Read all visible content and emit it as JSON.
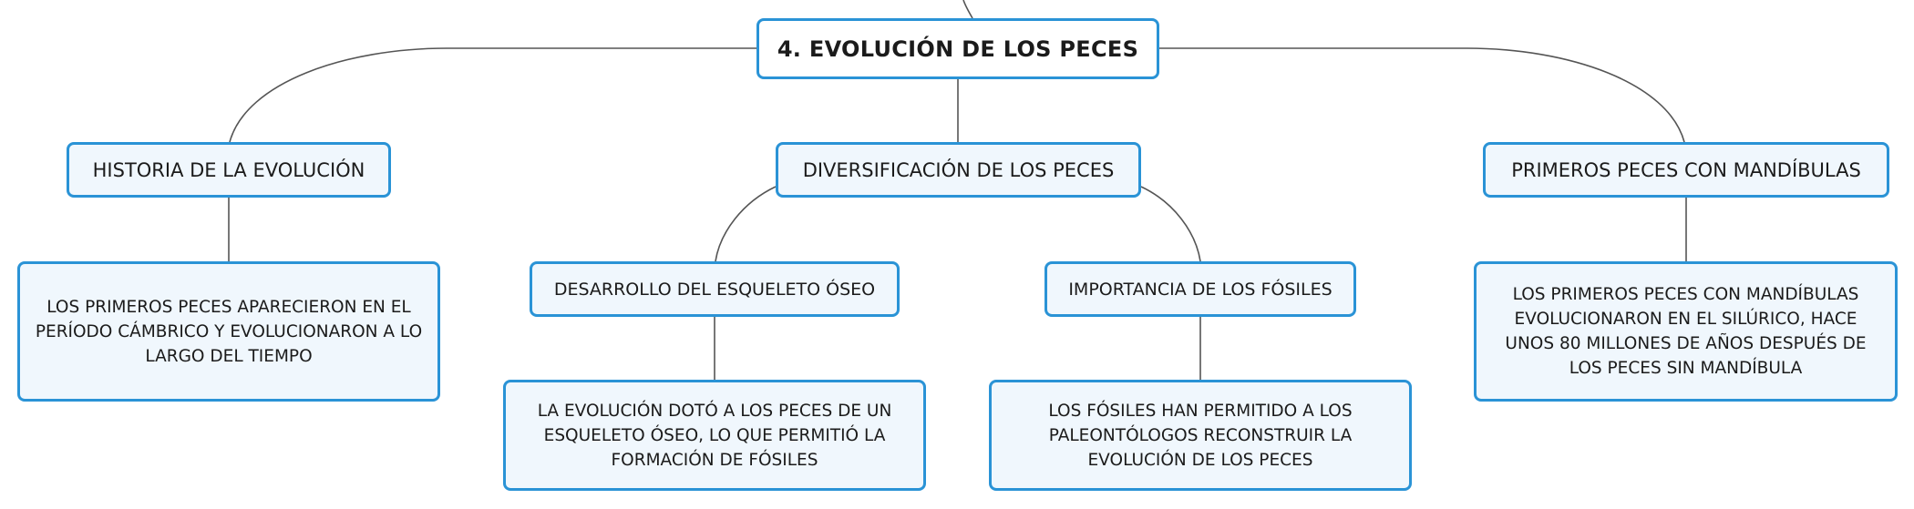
{
  "diagram": {
    "root": {
      "label": "4. EVOLUCIÓN DE LOS PECES"
    },
    "branches": {
      "historia": {
        "label": "HISTORIA DE LA EVOLUCIÓN",
        "detail": "LOS PRIMEROS PECES APARECIERON EN EL PERÍODO CÁMBRICO Y EVOLUCIONARON A LO LARGO DEL TIEMPO"
      },
      "diversificacion": {
        "label": "DIVERSIFICACIÓN DE LOS PECES",
        "children": {
          "esqueleto": {
            "label": "DESARROLLO DEL ESQUELETO ÓSEO",
            "detail": "LA EVOLUCIÓN DOTÓ A LOS PECES DE UN ESQUELETO ÓSEO, LO QUE PERMITIÓ LA FORMACIÓN DE FÓSILES"
          },
          "fosiles": {
            "label": "IMPORTANCIA DE LOS FÓSILES",
            "detail": "LOS FÓSILES HAN PERMITIDO A LOS PALEONTÓLOGOS RECONSTRUIR LA EVOLUCIÓN DE LOS PECES"
          }
        }
      },
      "mandibulas": {
        "label": "PRIMEROS PECES CON MANDÍBULAS",
        "detail": "LOS PRIMEROS PECES CON MANDÍBULAS EVOLUCIONARON EN EL SILÚRICO, HACE UNOS 80 MILLONES DE AÑOS DESPUÉS DE LOS PECES SIN MANDÍBULA"
      }
    }
  },
  "colors": {
    "node_border": "#2a93d6",
    "node_fill": "#f0f7fd",
    "connector": "#555555",
    "text": "#1b1b1b"
  }
}
